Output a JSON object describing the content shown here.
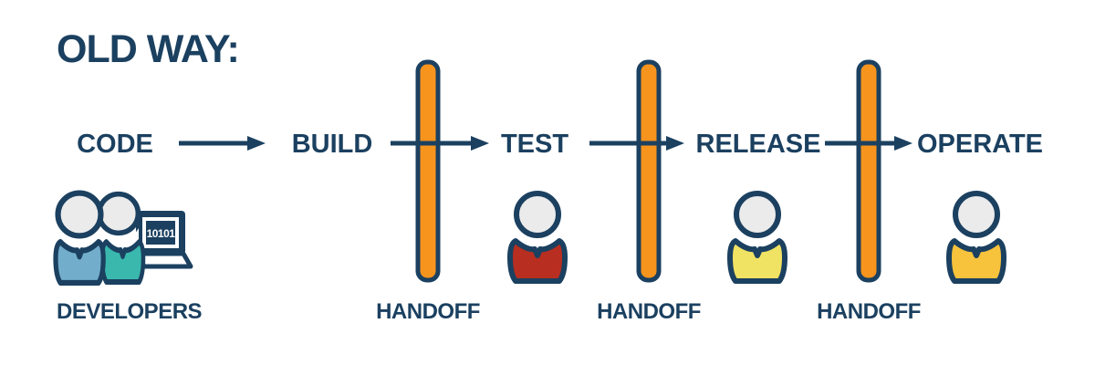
{
  "title": "OLD WAY:",
  "stages": [
    {
      "label": "CODE"
    },
    {
      "label": "BUILD"
    },
    {
      "label": "TEST"
    },
    {
      "label": "RELEASE"
    },
    {
      "label": "OPERATE"
    }
  ],
  "handoffs": [
    {
      "label": "HANDOFF"
    },
    {
      "label": "HANDOFF"
    },
    {
      "label": "HANDOFF"
    }
  ],
  "developers": {
    "label": "DEVELOPERS",
    "laptop_screen_text": "10101"
  },
  "icons": {
    "developers": "two-developers-with-laptop-icon",
    "test_person": "tester-person-icon",
    "release_person": "releaser-person-icon",
    "operate_person": "operator-person-icon",
    "handoff_barrier": "vertical-handoff-barrier-bar",
    "flow_arrow": "right-arrow"
  },
  "colors": {
    "navy": "#1b4060",
    "orange": "#f7941e",
    "red": "#b82e20",
    "yellow": "#f0e263",
    "gold": "#f7c23c",
    "blue": "#72aecb",
    "teal": "#3ab8ae",
    "head_gray": "#ebebeb",
    "background": "#ffffff"
  }
}
